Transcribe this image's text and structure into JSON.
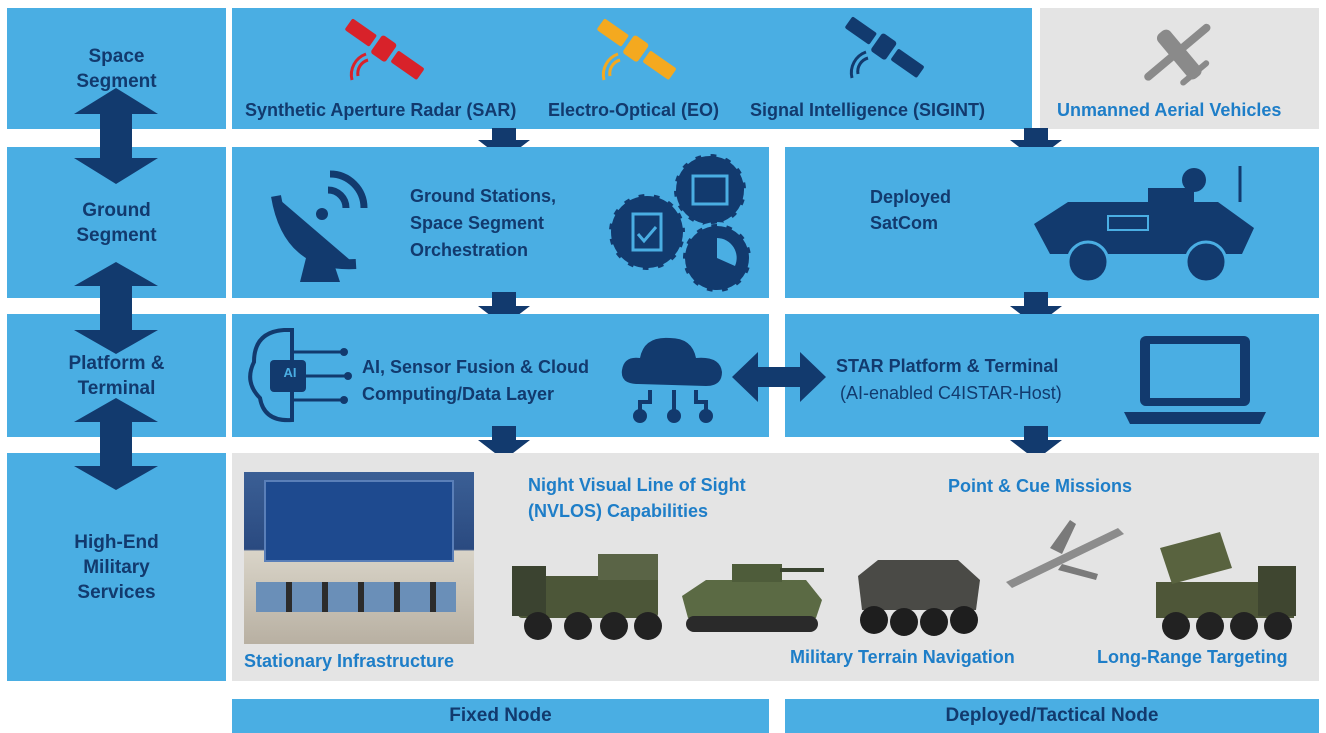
{
  "segments": {
    "space": [
      "Space",
      "Segment"
    ],
    "ground": [
      "Ground",
      "Segment"
    ],
    "platform": [
      "Platform &",
      "Terminal"
    ],
    "services": [
      "High-End",
      "Military",
      "Services"
    ]
  },
  "space_row": {
    "sar": "Synthetic Aperture Radar (SAR)",
    "eo": "Electro-Optical (EO)",
    "sigint": "Signal Intelligence (SIGINT)",
    "uav": "Unmanned Aerial Vehicles"
  },
  "ground_row": {
    "stations": [
      "Ground Stations,",
      "Space Segment",
      "Orchestration"
    ],
    "satcom": [
      "Deployed",
      "SatCom"
    ]
  },
  "platform_row": {
    "ai": [
      "AI, Sensor Fusion & Cloud",
      "Computing/Data Layer"
    ],
    "star": "STAR Platform & Terminal",
    "star_sub": "(AI-enabled C4ISTAR-Host)",
    "ai_chip": "AI"
  },
  "services_row": {
    "nvlos": [
      "Night Visual Line of Sight",
      "(NVLOS) Capabilities"
    ],
    "point_cue": "Point & Cue Missions",
    "stationary": "Stationary Infrastructure",
    "terrain": "Military Terrain Navigation",
    "targeting": "Long-Range Targeting"
  },
  "footer": {
    "fixed": "Fixed Node",
    "deployed": "Deployed/Tactical Node"
  },
  "colors": {
    "box_blue": "#4aaee3",
    "navy": "#123a6e",
    "label_blue": "#1e7ec8",
    "grey_panel": "#e4e4e4",
    "sar_red": "#d8222a",
    "eo_orange": "#f4a91f"
  }
}
